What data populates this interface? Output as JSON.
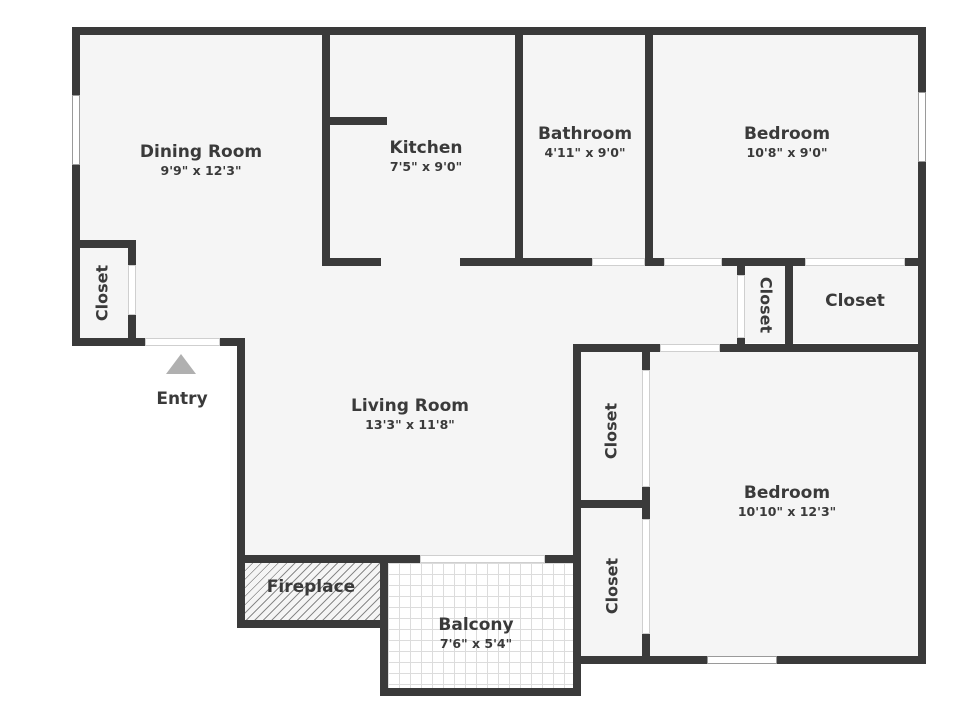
{
  "floor_plan": {
    "rooms": [
      {
        "id": "dining",
        "name": "Dining Room",
        "dimensions": "9'9\" x 12'3\""
      },
      {
        "id": "kitchen",
        "name": "Kitchen",
        "dimensions": "7'5\" x 9'0\""
      },
      {
        "id": "bathroom",
        "name": "Bathroom",
        "dimensions": "4'11\" x 9'0\""
      },
      {
        "id": "bedroom1",
        "name": "Bedroom",
        "dimensions": "10'8\" x 9'0\""
      },
      {
        "id": "living",
        "name": "Living Room",
        "dimensions": "13'3\" x 11'8\""
      },
      {
        "id": "bedroom2",
        "name": "Bedroom",
        "dimensions": "10'10\" x 12'3\""
      },
      {
        "id": "balcony",
        "name": "Balcony",
        "dimensions": "7'6\" x 5'4\""
      }
    ],
    "closets": [
      {
        "id": "closet-entry",
        "name": "Closet"
      },
      {
        "id": "closet-hall",
        "name": "Closet"
      },
      {
        "id": "closet-bedroom1",
        "name": "Closet"
      },
      {
        "id": "closet-bedroom2-upper",
        "name": "Closet"
      },
      {
        "id": "closet-bedroom2-lower",
        "name": "Closet"
      }
    ],
    "features": {
      "fireplace": "Fireplace",
      "entry": "Entry"
    },
    "colors": {
      "wall": "#3a3a3a",
      "floor": "#f5f5f5",
      "text": "#3a3a3a",
      "entry_arrow": "#b0b0b0"
    }
  }
}
